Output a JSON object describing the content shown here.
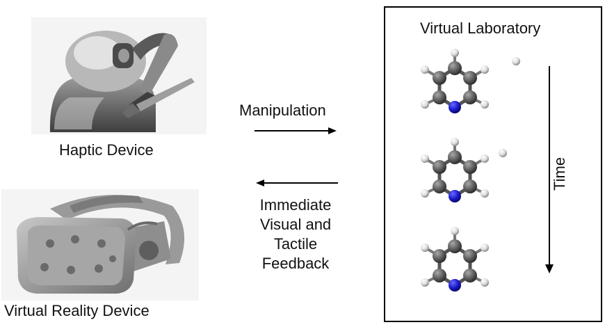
{
  "devices": {
    "haptic_label": "Haptic Device",
    "vr_label": "Virtual Reality Device"
  },
  "flow": {
    "manipulation_label": "Manipulation",
    "feedback_lines": [
      "Immediate",
      "Visual and",
      "Tactile",
      "Feedback"
    ]
  },
  "lab": {
    "title": "Virtual Laboratory",
    "time_label": "Time"
  },
  "colors": {
    "carbon": "#5e5e5e",
    "nitrogen": "#1a1acc",
    "hydrogen": "#e8e8e8",
    "device_gray": "#7a7a7a"
  }
}
